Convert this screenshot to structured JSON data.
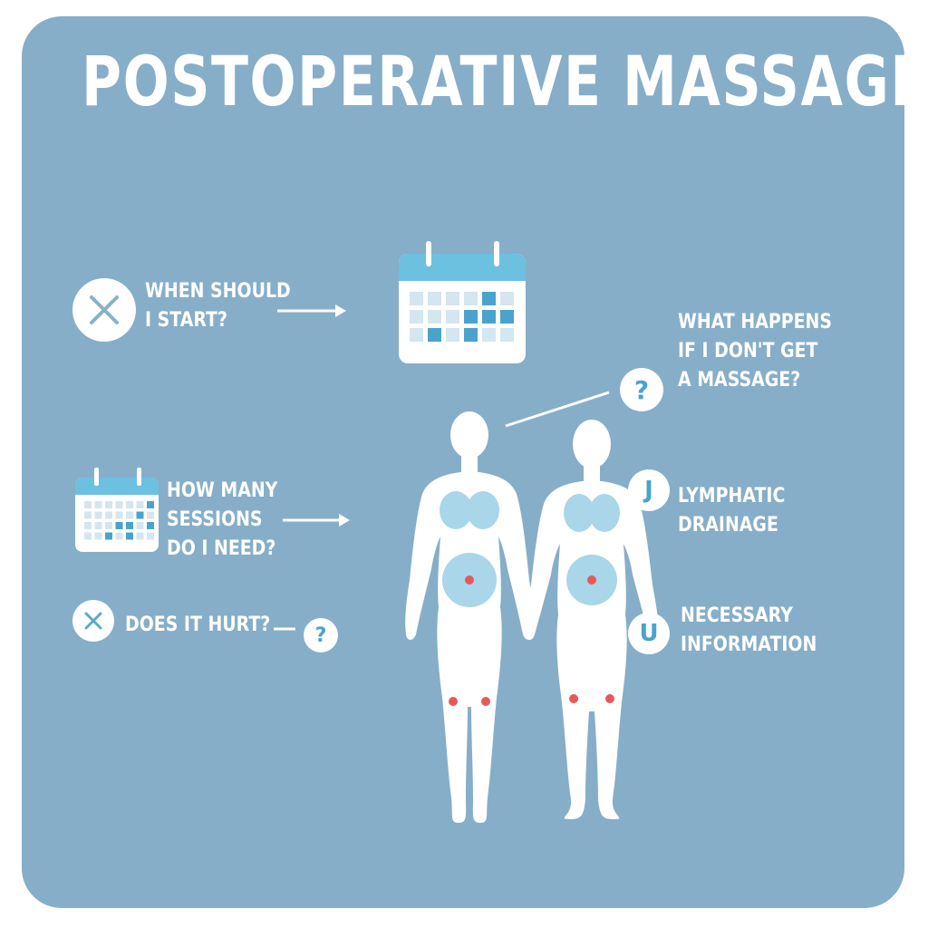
{
  "title": "POSTOPERATIVE MASSAGES",
  "questions": {
    "when_start": {
      "lines": [
        "WHEN SHOULD",
        "I START?"
      ],
      "icon": "close-icon"
    },
    "how_many_sessions": {
      "lines": [
        "HOW MANY",
        "SESSIONS",
        "DO I NEED?"
      ],
      "icon": "calendar-icon"
    },
    "does_it_hurt": {
      "lines": [
        "DOES IT HURT?"
      ],
      "icon": "close-icon"
    },
    "what_happens": {
      "lines": [
        "WHAT HAPPENS",
        "IF I DON'T GET",
        "A MASSAGE?"
      ],
      "icon": "question-icon"
    }
  },
  "topics": {
    "lymphatic": {
      "lines": [
        "LYMPHATIC",
        "DRAINAGE"
      ],
      "badge": "J"
    },
    "information": {
      "lines": [
        "NECESSARY",
        "INFORMATION"
      ],
      "badge": "U"
    }
  },
  "question_mark": "?",
  "colors": {
    "background": "#86aec8",
    "white": "#ffffff",
    "accent_blue": "#4aa3cc",
    "light_blue": "#a9d6e8",
    "pale_blue": "#d4e6ef",
    "marker_red": "#e8585a"
  }
}
